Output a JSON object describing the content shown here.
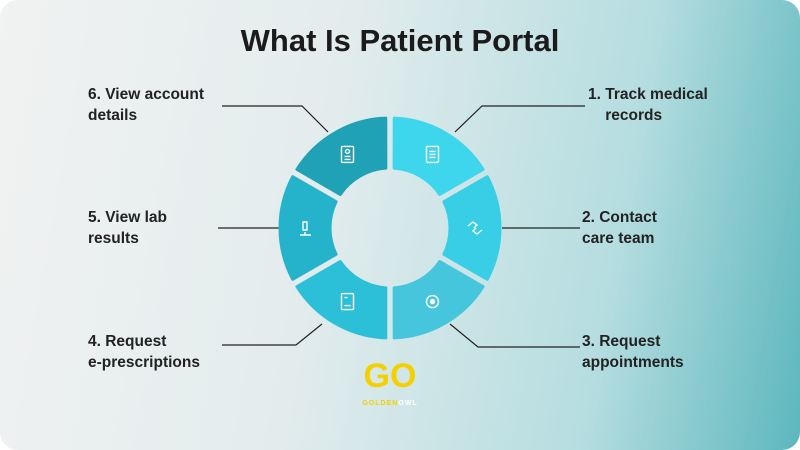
{
  "title": "What Is Patient Portal",
  "items": [
    {
      "label": "1. Track medical\n    records",
      "icon": "document-icon",
      "color": "#3dd6ec"
    },
    {
      "label": "2. Contact\ncare team",
      "icon": "handshake-icon",
      "color": "#37cee6"
    },
    {
      "label": "3. Request\nappointments",
      "icon": "eye-target-icon",
      "color": "#46c6dc"
    },
    {
      "label": "4. Request\ne-prescriptions",
      "icon": "prescription-icon",
      "color": "#2cc0d8"
    },
    {
      "label": "5. View lab\nresults",
      "icon": "microscope-icon",
      "color": "#25b3cb"
    },
    {
      "label": "6. View account\ndetails",
      "icon": "id-card-icon",
      "color": "#1fa2b6"
    }
  ],
  "logo": {
    "mark": "GO",
    "name_a": "GOLDEN",
    "name_b": "OWL"
  }
}
